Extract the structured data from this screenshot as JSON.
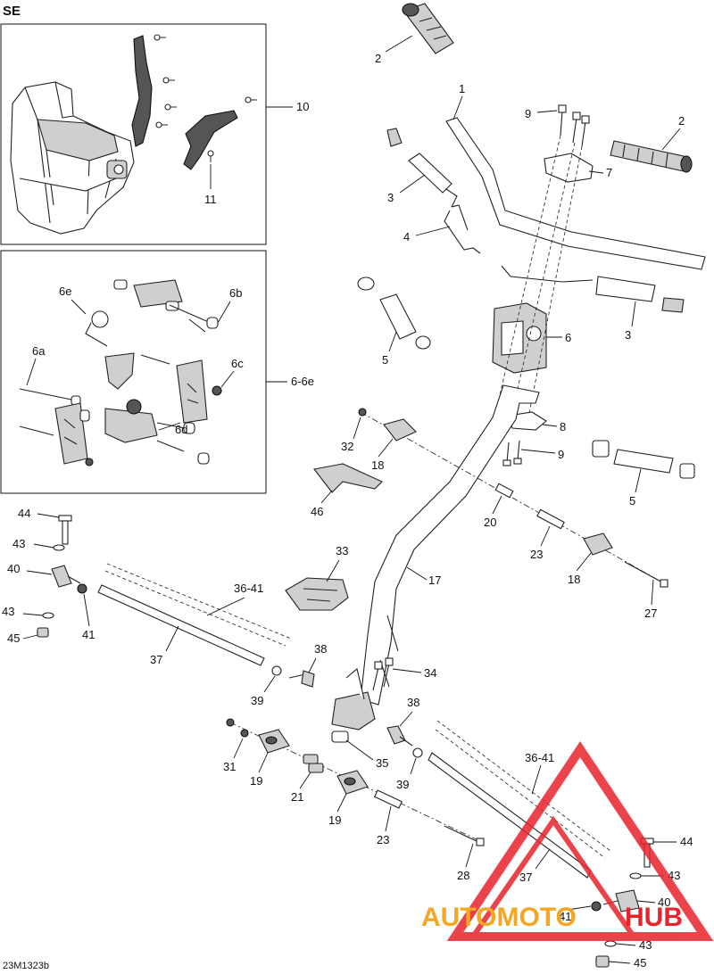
{
  "section_label": "SE",
  "diagram_code": "23M1323b",
  "watermark": {
    "brand_left": "AUTOMOTO",
    "brand_right": "HUB",
    "color_primary": "#e8232b",
    "color_secondary": "#f5a623"
  },
  "callouts": {
    "p1": "1",
    "p2a": "2",
    "p2b": "2",
    "p3a": "3",
    "p3b": "3",
    "p4": "4",
    "p5a": "5",
    "p5b": "5",
    "p6": "6",
    "p6range": "6-6e",
    "p6a": "6a",
    "p6b": "6b",
    "p6c": "6c",
    "p6d": "6d",
    "p6e": "6e",
    "p7": "7",
    "p8": "8",
    "p9a": "9",
    "p9b": "9",
    "p10": "10",
    "p11": "11",
    "p17": "17",
    "p18a": "18",
    "p18b": "18",
    "p19a": "19",
    "p19b": "19",
    "p20": "20",
    "p21": "21",
    "p23a": "23",
    "p23b": "23",
    "p27": "27",
    "p28": "28",
    "p31": "31",
    "p32": "32",
    "p33": "33",
    "p34": "34",
    "p35": "35",
    "p36a": "36-41",
    "p36b": "36-41",
    "p37a": "37",
    "p37b": "37",
    "p38a": "38",
    "p38b": "38",
    "p39a": "39",
    "p39b": "39",
    "p40a": "40",
    "p40b": "40",
    "p41a": "41",
    "p41b": "41",
    "p43a": "43",
    "p43b": "43",
    "p43c": "43",
    "p43d": "43",
    "p44a": "44",
    "p44b": "44",
    "p45a": "45",
    "p45b": "45",
    "p46": "46"
  }
}
